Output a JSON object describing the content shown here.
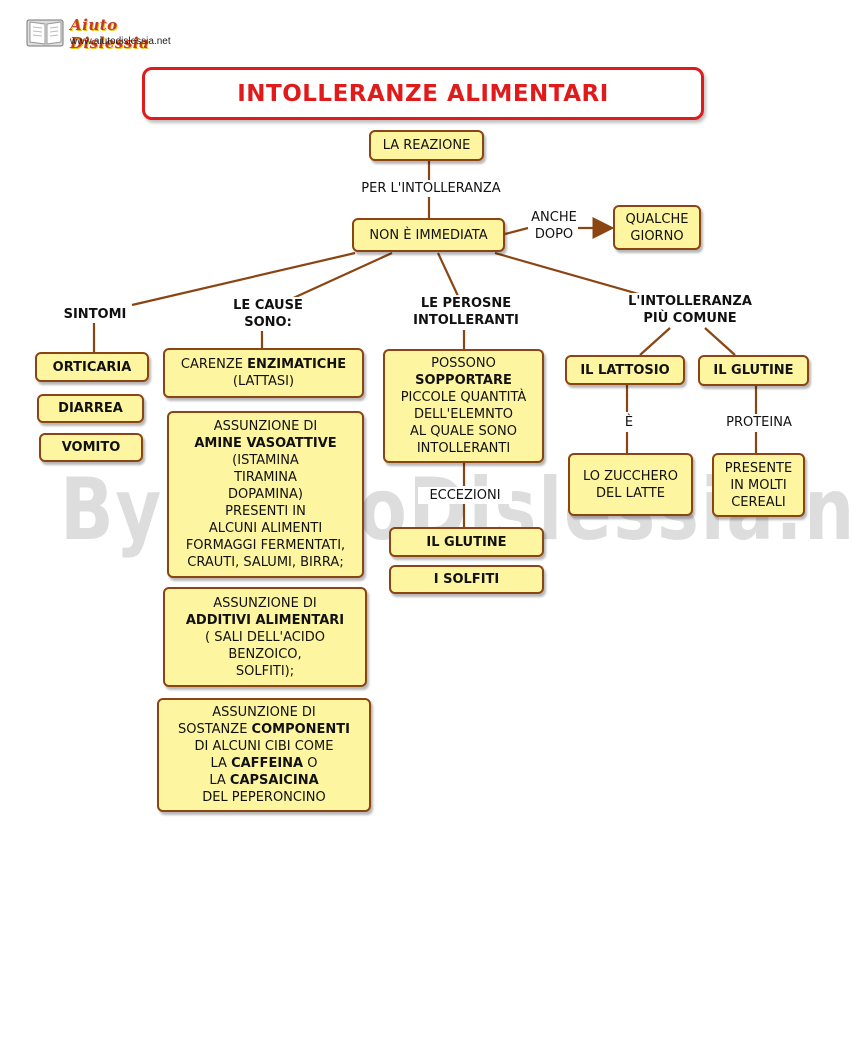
{
  "logo": {
    "title": "Aiuto Dislessia",
    "url": "www.aiutodislessia.net"
  },
  "watermark": "By AiutoDislessia.net",
  "title": "INTOLLERANZE  ALIMENTARI",
  "root": "LA REAZIONE",
  "link_root": "PER L'INTOLLERANZA",
  "center": "NON È IMMEDIATA",
  "link_anche": [
    "ANCHE",
    "DOPO"
  ],
  "qualche": [
    "QUALCHE",
    "GIORNO"
  ],
  "headings": {
    "sintomi": "SINTOMI",
    "cause": [
      "LE CAUSE",
      "SONO:"
    ],
    "persone": [
      "LE PEROSNE",
      "INTOLLERANTI"
    ],
    "comune": [
      "L'INTOLLERANZA",
      "PIÙ COMUNE"
    ]
  },
  "sintomi": [
    "ORTICARIA",
    "DIARREA",
    "VOMITO"
  ],
  "cause": {
    "c1": {
      "a": "CARENZE ",
      "b": "ENZIMATICHE",
      "c": "(LATTASI)"
    },
    "c2": {
      "l1": "ASSUNZIONE DI",
      "l2": "AMINE VASOATTIVE",
      "l3": "(ISTAMINA",
      "l4": "TIRAMINA",
      "l5": "DOPAMINA)",
      "l6": "PRESENTI IN",
      "l7": "ALCUNI ALIMENTI",
      "l8": "FORMAGGI FERMENTATI,",
      "l9": "CRAUTI, SALUMI, BIRRA;"
    },
    "c3": {
      "l1": "ASSUNZIONE DI",
      "l2": "ADDITIVI ALIMENTARI",
      "l3": "( SALI DELL'ACIDO",
      "l4": "BENZOICO,",
      "l5": "SOLFITI);"
    },
    "c4": {
      "l1": "ASSUNZIONE DI",
      "l2a": "SOSTANZE ",
      "l2b": "COMPONENTI",
      "l3": "DI ALCUNI CIBI COME",
      "l4a": "LA ",
      "l4b": "CAFFEINA",
      "l4c": " O",
      "l5a": "LA ",
      "l5b": "CAPSAICINA",
      "l6": "DEL PEPERONCINO"
    }
  },
  "persone": {
    "box": {
      "l1": "POSSONO",
      "l2": "SOPPORTARE",
      "l3": "PICCOLE QUANTITÀ",
      "l4": "DELL'ELEMNTO",
      "l5": "AL QUALE SONO",
      "l6": "INTOLLERANTI"
    },
    "link": "ECCEZIONI",
    "eccezioni": [
      "IL GLUTINE",
      "I SOLFITI"
    ]
  },
  "comune": {
    "lattosio": "IL LATTOSIO",
    "glutine": "IL GLUTINE",
    "link_e": "È",
    "link_proteina": "PROTEINA",
    "zucchero": [
      "LO ZUCCHERO",
      "DEL LATTE"
    ],
    "presente": [
      "PRESENTE",
      "IN MOLTI",
      "CEREALI"
    ]
  },
  "colors": {
    "node_fill": "#fdf59f",
    "node_border": "#8b4513",
    "title_red": "#e01b1b",
    "line": "#8b4513"
  }
}
